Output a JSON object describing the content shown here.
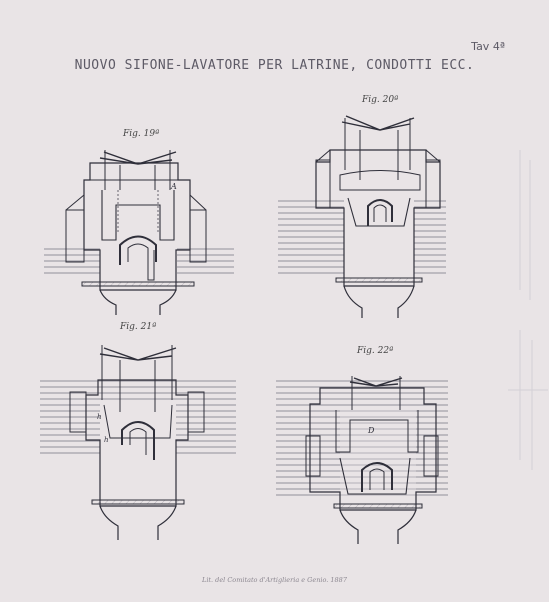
{
  "plate": {
    "title": "NUOVO SIFONE-LAVATORE PER LATRINE, CONDOTTI ECC.",
    "plate_number": "Tav 4ª",
    "imprint": "Lit. del Comitato d'Artiglieria e Genio. 1887"
  },
  "figures": [
    {
      "label": "Fig. 19ª",
      "letters": [
        "A"
      ]
    },
    {
      "label": "Fig. 20ª",
      "letters": []
    },
    {
      "label": "Fig. 21ª",
      "letters": [
        "h",
        "h"
      ]
    },
    {
      "label": "Fig. 22ª",
      "letters": [
        "D"
      ]
    }
  ],
  "colors": {
    "paper": "#e9e4e6",
    "ink": "#2f2f3a",
    "hatch": "#6b6a78",
    "title_ink": "#5d5a66"
  }
}
